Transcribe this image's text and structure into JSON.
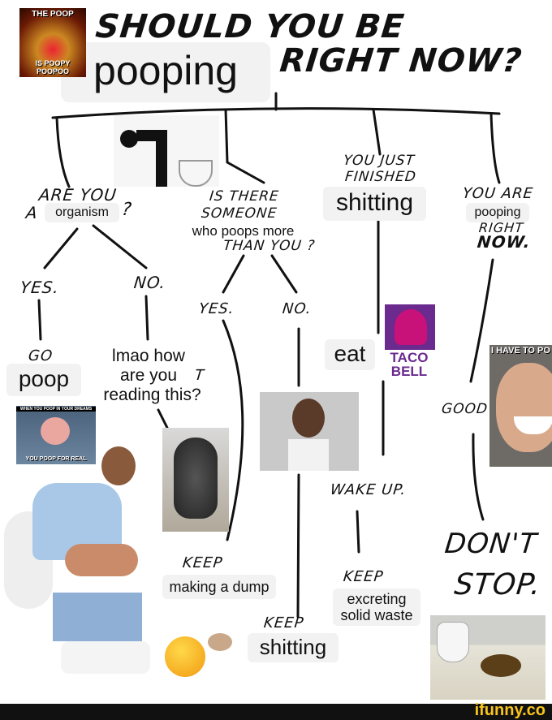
{
  "title": {
    "line1": "SHOULD YOU BE",
    "word": "pooping",
    "line2": "RIGHT NOW?"
  },
  "corner_meme": {
    "top": "THE POOP",
    "bottom": "IS POOPY POOPOO"
  },
  "branch1": {
    "q1": "ARE YOU",
    "q2": "A",
    "word": "organism",
    "q3": "?",
    "yes": "YES.",
    "no": "NO.",
    "go": "GO",
    "poop": "poop",
    "lmao": [
      "lmao how",
      "are you",
      "reading this?"
    ],
    "stray": "T"
  },
  "family_guy": {
    "top": "WHEN YOU POOP IN YOUR DREAMS",
    "bottom": "YOU POOP FOR REAL"
  },
  "branch2": {
    "q1": "IS THERE",
    "q2": "SOMEONE",
    "typed": "who poops more",
    "q3": "THAN YOU ?",
    "yes": "YES.",
    "no": "NO.",
    "keep": "KEEP",
    "action": "making a dump",
    "keep2": "KEEP",
    "action2": "shitting"
  },
  "branch3": {
    "q1": "YOU JUST",
    "q2": "FINISHED",
    "word": "shitting",
    "eat": "eat",
    "taco": [
      "TACO",
      "BELL"
    ],
    "wake": "WAKE UP.",
    "keep": "KEEP",
    "action": [
      "excreting",
      "solid waste"
    ]
  },
  "branch4": {
    "q1": "YOU ARE",
    "word": "pooping",
    "q2": "RIGHT",
    "q3": "NOW.",
    "good": "GOOD",
    "dont": "DON'T",
    "stop": "STOP.",
    "meme": "I HAVE TO PO"
  },
  "footer": {
    "brand": "ifunny.co"
  },
  "colors": {
    "taco_purple": "#6a2a8e",
    "taco_pink": "#c8127a",
    "ifunny_yellow": "#f8c41a",
    "footer_bg": "#111111"
  }
}
